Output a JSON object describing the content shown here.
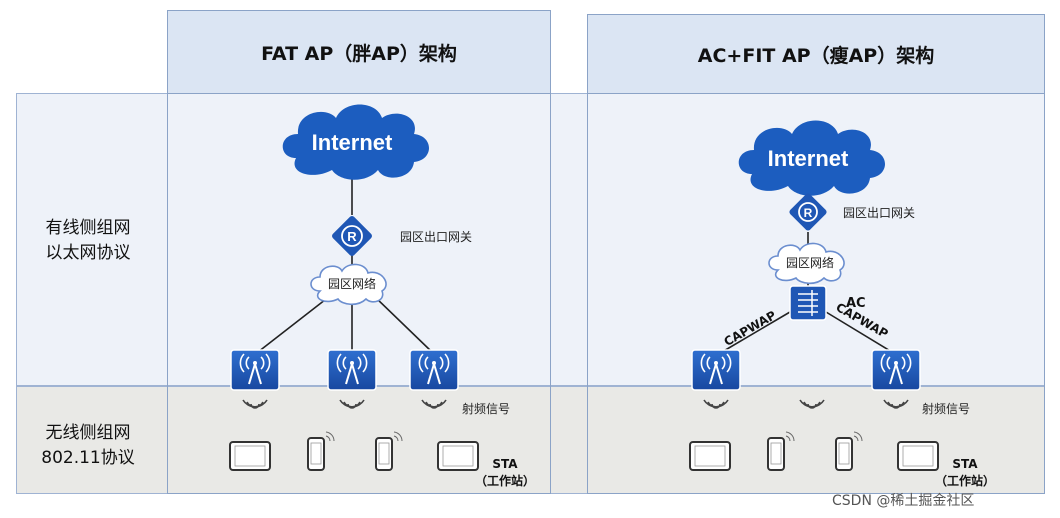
{
  "headers": {
    "fat": "FAT AP（胖AP）架构",
    "fit": "AC+FIT AP（瘦AP）架构"
  },
  "row_labels": {
    "wired_line1": "有线侧组网",
    "wired_line2": "以太网协议",
    "wireless_line1": "无线侧组网",
    "wireless_line2": "802.11协议"
  },
  "left": {
    "internet": "Internet",
    "gateway_label": "园区出口网关",
    "campus_label": "园区网络",
    "signal_label": "射频信号",
    "sta_line1": "STA",
    "sta_line2": "（工作站）"
  },
  "right": {
    "internet": "Internet",
    "gateway_label": "园区出口网关",
    "campus_label": "园区网络",
    "ac_label": "AC",
    "capwap_left": "CAPWAP",
    "capwap_right": "CAPWAP",
    "signal_label": "射频信号",
    "sta_line1": "STA",
    "sta_line2": "（工作站）"
  },
  "watermark": "CSDN @稀土掘金社区",
  "colors": {
    "icon_blue": "#1f57b5",
    "cloud_blue": "#1c5dbf",
    "header_fill": "#dbe5f3",
    "wired_band": "#eef2f9",
    "wireless_band": "#e9e9e6"
  },
  "icons": [
    "cloud-icon",
    "router-icon",
    "access-point-icon",
    "ac-switch-icon",
    "wifi-signal-icon",
    "tablet-icon",
    "phone-icon"
  ]
}
